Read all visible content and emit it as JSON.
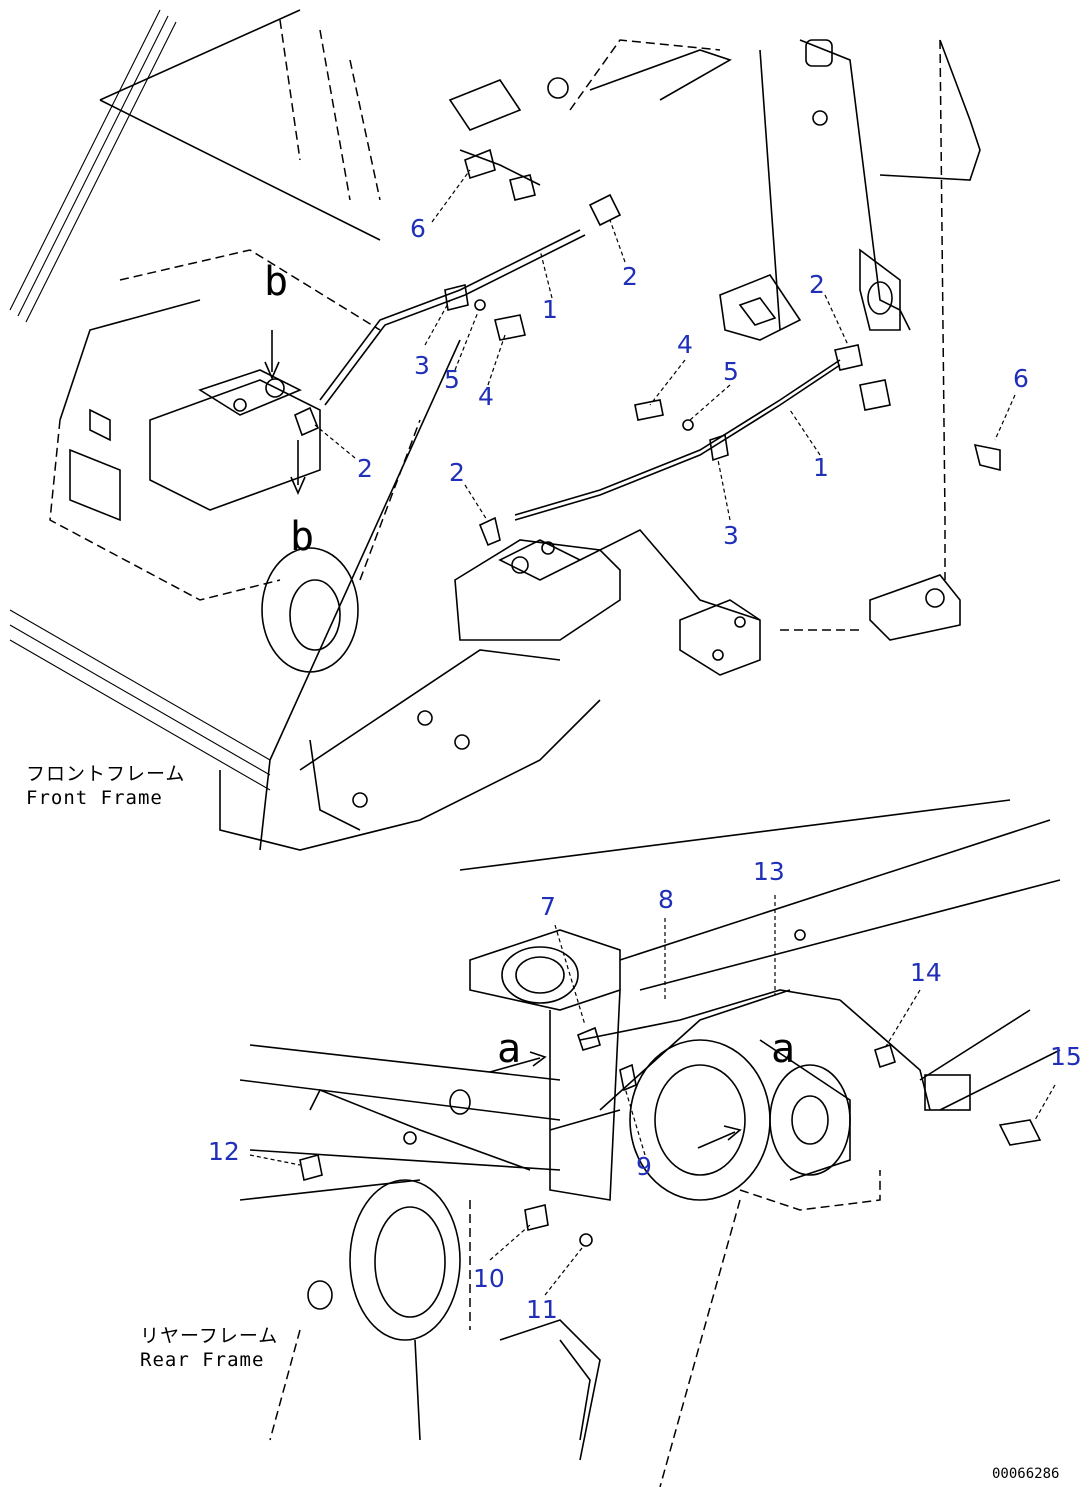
{
  "labels": {
    "front_frame_jp": "フロントフレーム",
    "front_frame_en": "Front Frame",
    "rear_frame_jp": "リヤーフレーム",
    "rear_frame_en": "Rear Frame",
    "drawing_code": "00066286",
    "view_b_top": "b",
    "view_b_bottom": "b",
    "view_a_left": "a",
    "view_a_right": "a"
  },
  "callouts": {
    "c6a": "6",
    "c2a": "2",
    "c1a": "1",
    "c3a": "3",
    "c5a": "5",
    "c4a": "4",
    "c2b": "2",
    "c2c": "2",
    "c4b": "4",
    "c5b": "5",
    "c6b": "6",
    "c1b": "1",
    "c2d": "2",
    "c3b": "3",
    "c7": "7",
    "c8": "8",
    "c13": "13",
    "c14": "14",
    "c15": "15",
    "c12": "12",
    "c9": "9",
    "c10": "10",
    "c11": "11"
  },
  "colors": {
    "callout": "#1f2fb8",
    "line": "#000000",
    "background": "#ffffff"
  }
}
